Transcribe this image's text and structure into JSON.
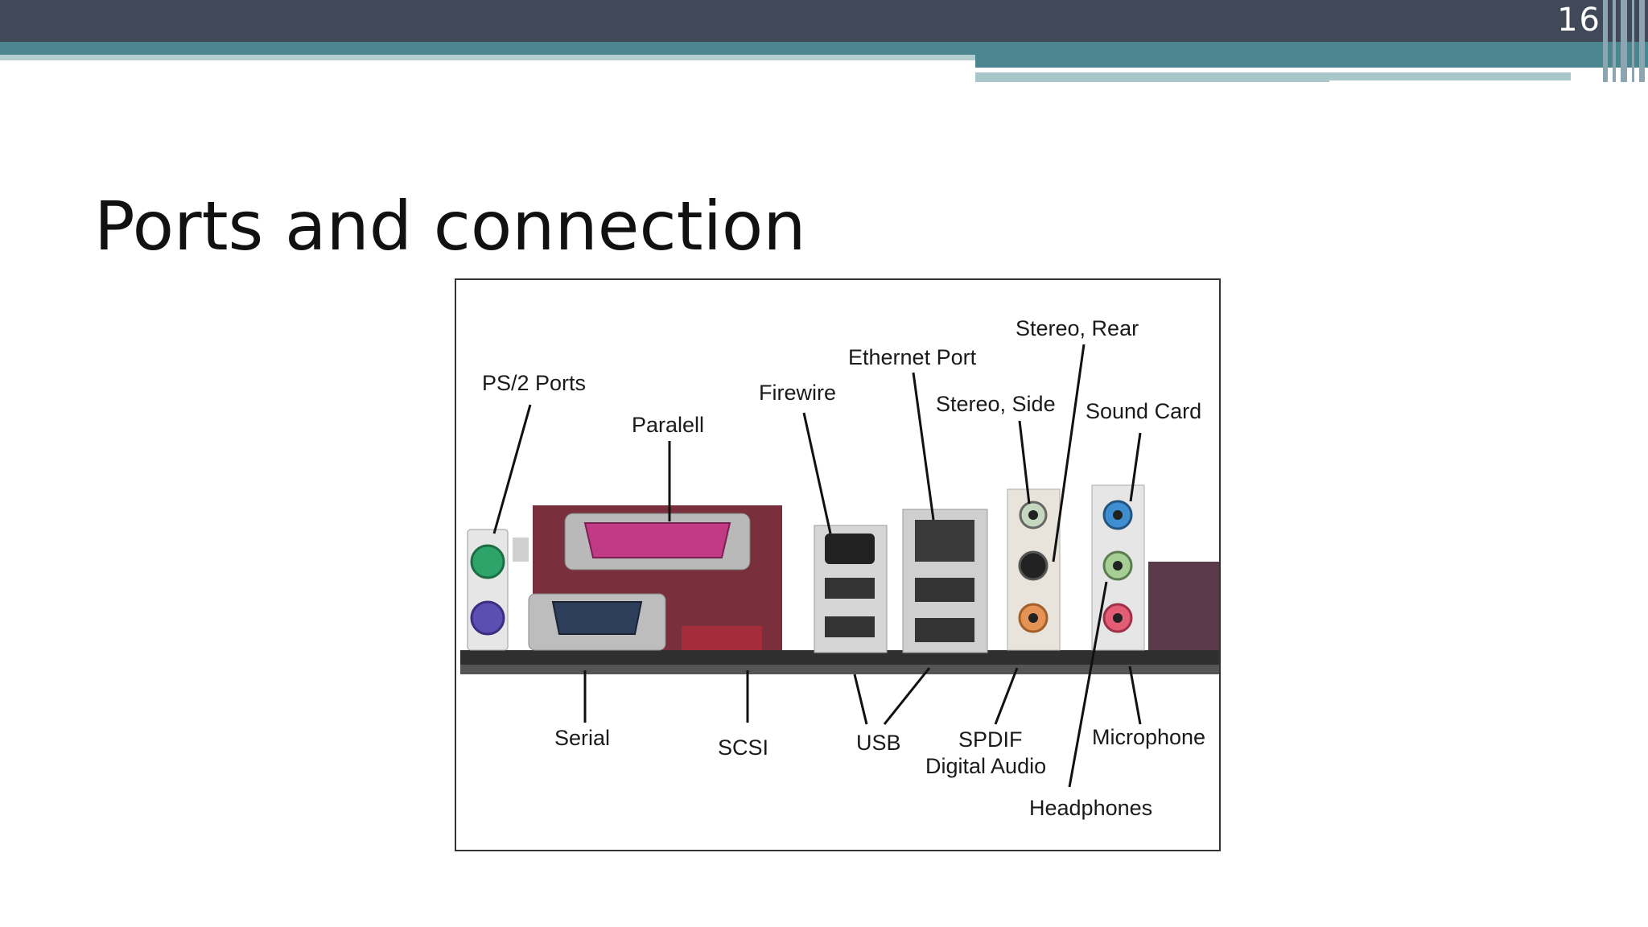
{
  "slide": {
    "page_number": "16",
    "title": "Ports and connection"
  },
  "diagram": {
    "labels": {
      "ps2": "PS/2 Ports",
      "parallel": "Paralell",
      "firewire": "Firewire",
      "ethernet": "Ethernet Port",
      "stereo_side": "Stereo, Side",
      "stereo_rear": "Stereo, Rear",
      "sound_card": "Sound Card",
      "serial": "Serial",
      "scsi": "SCSI",
      "usb": "USB",
      "spdif_line1": "SPDIF",
      "spdif_line2": "Digital Audio",
      "microphone": "Microphone",
      "headphones": "Headphones"
    }
  }
}
